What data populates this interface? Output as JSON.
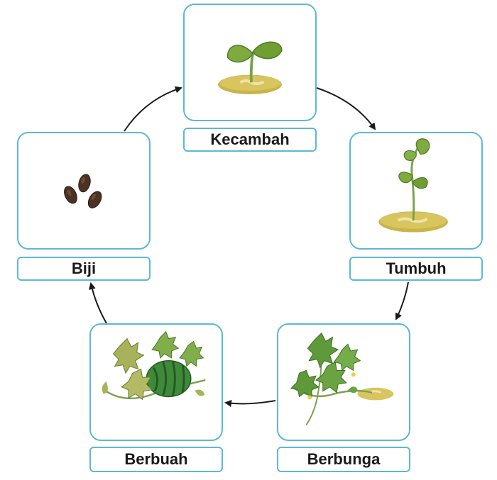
{
  "stages": [
    {
      "id": "kecambah",
      "label": "Kecambah",
      "illustration": "sprout-icon"
    },
    {
      "id": "tumbuh",
      "label": "Tumbuh",
      "illustration": "young-plant-icon"
    },
    {
      "id": "berbunga",
      "label": "Berbunga",
      "illustration": "flowering-vine-icon"
    },
    {
      "id": "berbuah",
      "label": "Berbuah",
      "illustration": "fruiting-watermelon-icon"
    },
    {
      "id": "biji",
      "label": "Biji",
      "illustration": "seeds-icon"
    }
  ],
  "arrow_color": "#1a1a1a",
  "border_color": "#5cb8d8"
}
